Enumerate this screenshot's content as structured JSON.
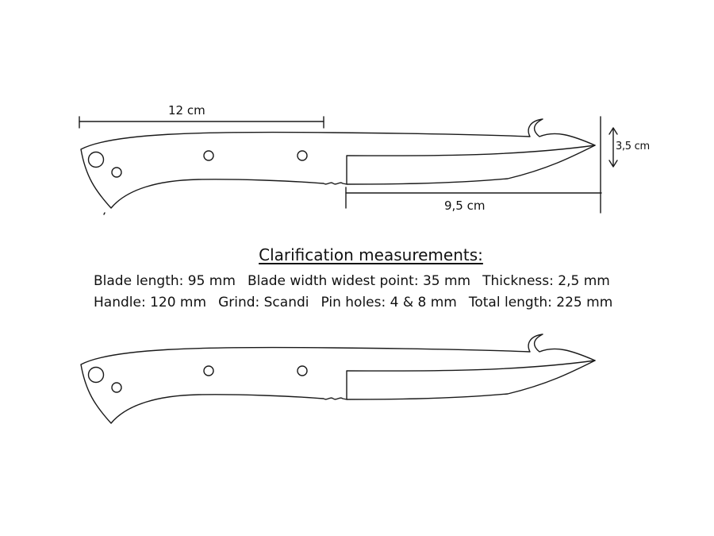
{
  "dimensions": {
    "handle_length": "12 cm",
    "blade_length": "9,5 cm",
    "blade_width": "3,5 cm"
  },
  "specs": {
    "title": "Clarification measurements:",
    "line1": [
      "Blade length: 95 mm",
      "Blade width widest point: 35 mm",
      "Thickness: 2,5 mm"
    ],
    "line2": [
      "Handle: 120 mm",
      "Grind: Scandi",
      "Pin holes: 4 & 8 mm",
      "Total length: 225 mm"
    ]
  },
  "colors": {
    "line": "#1a1a1a",
    "background": "#ffffff"
  }
}
